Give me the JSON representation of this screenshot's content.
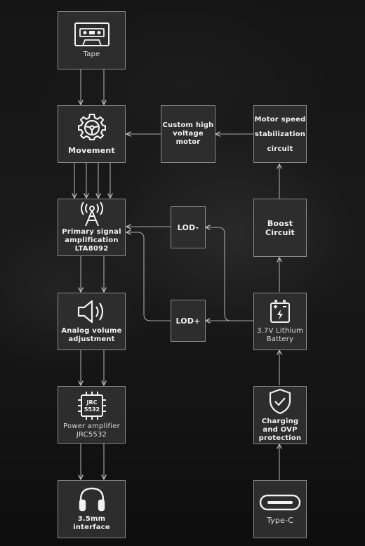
{
  "nodes": {
    "tape": "Tape",
    "movement": "Movement",
    "primary": "Primary signal\namplification\nLTA8092",
    "volume": "Analog volume\nadjustment",
    "power": "Power amplifier\nJRC5532",
    "interface": "3.5mm\ninterface",
    "motor": "Custom high\nvoltage motor",
    "speed": "Motor speed\nstabilization\ncircuit",
    "lodminus": "LOD-",
    "lodplus": "LOD+",
    "boost": "Boost Circuit",
    "battery": "3.7V Lithium\nBattery",
    "charging": "Charging\nand OVP\nprotection",
    "typec": "Type-C"
  },
  "chip_text": {
    "line1": "JRC",
    "line2": "5532"
  },
  "icons": [
    "cassette-icon",
    "gear-icon",
    "antenna-icon",
    "speaker-icon",
    "chip-icon",
    "headphones-icon",
    "battery-icon",
    "shield-check-icon",
    "usb-c-icon"
  ],
  "colors": {
    "box_fill": "#2d2d2d",
    "box_border": "#8a8a8a",
    "arrow": "#bdbdbd",
    "text": "#f2f2f2"
  }
}
